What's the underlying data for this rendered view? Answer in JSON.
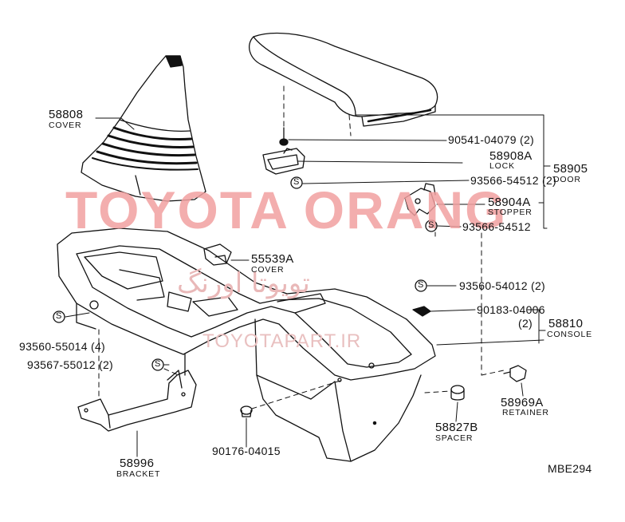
{
  "watermark": {
    "brand": "TOYOTA ORANG",
    "persian": "تویوتا اورنگ",
    "url": "TOYOTAPART.IR"
  },
  "parts": {
    "p58808": {
      "number": "58808",
      "desc": "COVER"
    },
    "p90541": {
      "number": "90541-04079 (2)"
    },
    "p58908a": {
      "number": "58908A",
      "desc": "LOCK"
    },
    "p58905": {
      "number": "58905",
      "desc": "DOOR"
    },
    "p93566a": {
      "number": "93566-54512 (2)"
    },
    "p58904a": {
      "number": "58904A",
      "desc": "STOPPER"
    },
    "p93566b": {
      "number": "93566-54512"
    },
    "p55539a": {
      "number": "55539A",
      "desc": "COVER"
    },
    "p93560a": {
      "number": "93560-54012 (2)"
    },
    "p90183": {
      "number": "90183-04006",
      "qty": "(2)"
    },
    "p58810": {
      "number": "58810",
      "desc": "CONSOLE"
    },
    "p93560b": {
      "number": "93560-55014 (4)"
    },
    "p93567": {
      "number": "93567-55012 (2)"
    },
    "p58969a": {
      "number": "58969A",
      "desc": "RETAINER"
    },
    "p58827b": {
      "number": "58827B",
      "desc": "SPACER"
    },
    "p90176": {
      "number": "90176-04015"
    },
    "p58996": {
      "number": "58996",
      "desc": "BRACKET"
    }
  },
  "screw_symbol": "S",
  "diagram_code": "MBE294"
}
